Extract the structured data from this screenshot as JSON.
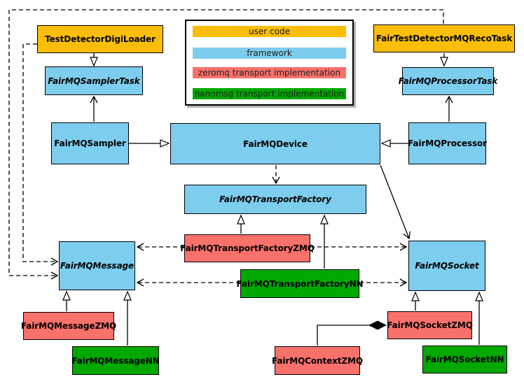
{
  "diagram": {
    "type": "uml-class-diagram",
    "background": "#ffffff",
    "colors": {
      "user_code": "#FBBE08",
      "framework": "#7DCDEE",
      "zeromq": "#F9716B",
      "nanomsg": "#00A800",
      "line": "#000000",
      "legend_shadow": "#b3b3b3"
    },
    "legend": {
      "items": [
        {
          "label": "user code",
          "category": "user_code"
        },
        {
          "label": "framework",
          "category": "framework"
        },
        {
          "label": "zeromq transport implementation",
          "category": "zeromq"
        },
        {
          "label": "nanomsg transport implementation",
          "category": "nanomsg"
        }
      ]
    },
    "nodes": {
      "testDetectorDigiLoader": {
        "label": "TestDetectorDigiLoader",
        "category": "user_code",
        "abstract": false
      },
      "fairTestDetectorMQRecoTask": {
        "label": "FairTestDetectorMQRecoTask",
        "category": "user_code",
        "abstract": false
      },
      "fairMQSamplerTask": {
        "label": "FairMQSamplerTask",
        "category": "framework",
        "abstract": true
      },
      "fairMQProcessorTask": {
        "label": "FairMQProcessorTask",
        "category": "framework",
        "abstract": true
      },
      "fairMQSampler": {
        "label": "FairMQSampler",
        "category": "framework",
        "abstract": false
      },
      "fairMQDevice": {
        "label": "FairMQDevice",
        "category": "framework",
        "abstract": false
      },
      "fairMQProcessor": {
        "label": "FairMQProcessor",
        "category": "framework",
        "abstract": false
      },
      "fairMQTransportFactory": {
        "label": "FairMQTransportFactory",
        "category": "framework",
        "abstract": true
      },
      "fairMQTransportFactoryZMQ": {
        "label": "FairMQTransportFactoryZMQ",
        "category": "zeromq",
        "abstract": false
      },
      "fairMQTransportFactoryNN": {
        "label": "FairMQTransportFactoryNN",
        "category": "nanomsg",
        "abstract": false
      },
      "fairMQMessage": {
        "label": "FairMQMessage",
        "category": "framework",
        "abstract": true
      },
      "fairMQSocket": {
        "label": "FairMQSocket",
        "category": "framework",
        "abstract": true
      },
      "fairMQMessageZMQ": {
        "label": "FairMQMessageZMQ",
        "category": "zeromq",
        "abstract": false
      },
      "fairMQMessageNN": {
        "label": "FairMQMessageNN",
        "category": "nanomsg",
        "abstract": false
      },
      "fairMQSocketZMQ": {
        "label": "FairMQSocketZMQ",
        "category": "zeromq",
        "abstract": false
      },
      "fairMQSocketNN": {
        "label": "FairMQSocketNN",
        "category": "nanomsg",
        "abstract": false
      },
      "fairMQContextZMQ": {
        "label": "FairMQContextZMQ",
        "category": "zeromq",
        "abstract": false
      }
    },
    "relationships": [
      {
        "from": "TestDetectorDigiLoader",
        "to": "FairMQSamplerTask",
        "kind": "hollow-triangle",
        "line": "solid"
      },
      {
        "from": "FairMQSampler",
        "to": "FairMQSamplerTask",
        "kind": "open-arrow",
        "line": "solid"
      },
      {
        "from": "FairMQSampler",
        "to": "FairMQDevice",
        "kind": "hollow-triangle",
        "line": "solid"
      },
      {
        "from": "FairMQProcessor",
        "to": "FairMQDevice",
        "kind": "hollow-triangle",
        "line": "solid"
      },
      {
        "from": "FairMQProcessor",
        "to": "FairMQProcessorTask",
        "kind": "open-arrow",
        "line": "solid"
      },
      {
        "from": "FairTestDetectorMQRecoTask",
        "to": "FairMQProcessorTask",
        "kind": "hollow-triangle",
        "line": "solid"
      },
      {
        "from": "FairMQDevice",
        "to": "FairMQTransportFactory",
        "kind": "open-arrow",
        "line": "dashed"
      },
      {
        "from": "FairMQDevice",
        "to": "FairMQSocket",
        "kind": "open-arrow",
        "line": "solid"
      },
      {
        "from": "FairMQTransportFactoryZMQ",
        "to": "FairMQTransportFactory",
        "kind": "hollow-triangle",
        "line": "solid"
      },
      {
        "from": "FairMQTransportFactoryNN",
        "to": "FairMQTransportFactory",
        "kind": "hollow-triangle",
        "line": "solid"
      },
      {
        "from": "FairMQTransportFactoryZMQ",
        "to": "FairMQMessage",
        "kind": "open-arrow",
        "line": "dashed"
      },
      {
        "from": "FairMQTransportFactoryZMQ",
        "to": "FairMQSocket",
        "kind": "open-arrow",
        "line": "dashed"
      },
      {
        "from": "FairMQTransportFactoryNN",
        "to": "FairMQMessage",
        "kind": "open-arrow",
        "line": "dashed"
      },
      {
        "from": "FairMQTransportFactoryNN",
        "to": "FairMQSocket",
        "kind": "open-arrow",
        "line": "dashed"
      },
      {
        "from": "FairMQMessageZMQ",
        "to": "FairMQMessage",
        "kind": "hollow-triangle",
        "line": "solid"
      },
      {
        "from": "FairMQMessageNN",
        "to": "FairMQMessage",
        "kind": "hollow-triangle",
        "line": "solid"
      },
      {
        "from": "FairMQSocketZMQ",
        "to": "FairMQSocket",
        "kind": "hollow-triangle",
        "line": "solid"
      },
      {
        "from": "FairMQSocketNN",
        "to": "FairMQSocket",
        "kind": "hollow-triangle",
        "line": "solid"
      },
      {
        "from": "FairMQContextZMQ",
        "to": "FairMQSocketZMQ",
        "kind": "filled-diamond-composition",
        "line": "solid"
      },
      {
        "from": "TestDetectorDigiLoader",
        "to": "FairMQMessage",
        "kind": "open-arrow",
        "line": "dashed"
      },
      {
        "from": "FairTestDetectorMQRecoTask",
        "to": "FairMQMessage",
        "kind": "open-arrow",
        "line": "dashed"
      }
    ]
  }
}
